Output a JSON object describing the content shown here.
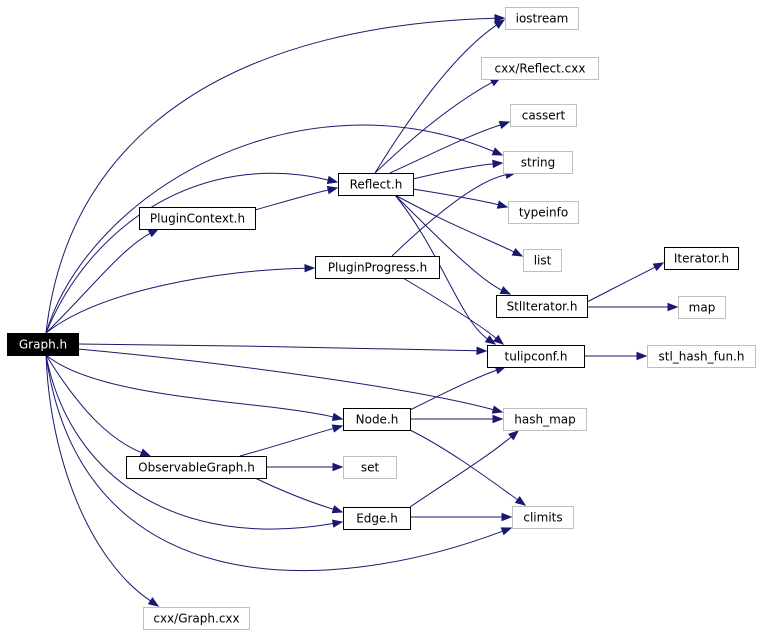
{
  "colors": {
    "edge": "#191970",
    "project_border": "#000000",
    "external_border": "#bfbfbf",
    "root_fill": "#000000",
    "root_text": "#ffffff"
  },
  "nodes": [
    {
      "id": "graph_h",
      "label": "Graph.h",
      "kind": "root"
    },
    {
      "id": "iostream",
      "label": "iostream",
      "kind": "external"
    },
    {
      "id": "cxx_reflect_cxx",
      "label": "cxx/Reflect.cxx",
      "kind": "external"
    },
    {
      "id": "cassert",
      "label": "cassert",
      "kind": "external"
    },
    {
      "id": "string",
      "label": "string",
      "kind": "external"
    },
    {
      "id": "reflect_h",
      "label": "Reflect.h",
      "kind": "project"
    },
    {
      "id": "typeinfo",
      "label": "typeinfo",
      "kind": "external"
    },
    {
      "id": "plugincontext_h",
      "label": "PluginContext.h",
      "kind": "project"
    },
    {
      "id": "list",
      "label": "list",
      "kind": "external"
    },
    {
      "id": "pluginprogress_h",
      "label": "PluginProgress.h",
      "kind": "project"
    },
    {
      "id": "iterator_h",
      "label": "Iterator.h",
      "kind": "project"
    },
    {
      "id": "stliterator_h",
      "label": "StlIterator.h",
      "kind": "project"
    },
    {
      "id": "map",
      "label": "map",
      "kind": "external"
    },
    {
      "id": "tulipconf_h",
      "label": "tulipconf.h",
      "kind": "project"
    },
    {
      "id": "stl_hash_fun_h",
      "label": "stl_hash_fun.h",
      "kind": "external"
    },
    {
      "id": "node_h",
      "label": "Node.h",
      "kind": "project"
    },
    {
      "id": "hash_map",
      "label": "hash_map",
      "kind": "external"
    },
    {
      "id": "observablegraph_h",
      "label": "ObservableGraph.h",
      "kind": "project"
    },
    {
      "id": "set",
      "label": "set",
      "kind": "external"
    },
    {
      "id": "edge_h",
      "label": "Edge.h",
      "kind": "project"
    },
    {
      "id": "climits",
      "label": "climits",
      "kind": "external"
    },
    {
      "id": "cxx_graph_cxx",
      "label": "cxx/Graph.cxx",
      "kind": "external"
    }
  ],
  "edges": [
    {
      "from": "graph_h",
      "to": "iostream"
    },
    {
      "from": "graph_h",
      "to": "string"
    },
    {
      "from": "graph_h",
      "to": "reflect_h"
    },
    {
      "from": "graph_h",
      "to": "plugincontext_h"
    },
    {
      "from": "graph_h",
      "to": "pluginprogress_h"
    },
    {
      "from": "graph_h",
      "to": "tulipconf_h"
    },
    {
      "from": "graph_h",
      "to": "hash_map"
    },
    {
      "from": "graph_h",
      "to": "node_h"
    },
    {
      "from": "graph_h",
      "to": "observablegraph_h"
    },
    {
      "from": "graph_h",
      "to": "edge_h"
    },
    {
      "from": "graph_h",
      "to": "climits"
    },
    {
      "from": "graph_h",
      "to": "cxx_graph_cxx"
    },
    {
      "from": "plugincontext_h",
      "to": "reflect_h"
    },
    {
      "from": "reflect_h",
      "to": "iostream"
    },
    {
      "from": "reflect_h",
      "to": "cxx_reflect_cxx"
    },
    {
      "from": "reflect_h",
      "to": "cassert"
    },
    {
      "from": "reflect_h",
      "to": "string"
    },
    {
      "from": "reflect_h",
      "to": "typeinfo"
    },
    {
      "from": "reflect_h",
      "to": "list"
    },
    {
      "from": "reflect_h",
      "to": "stliterator_h"
    },
    {
      "from": "reflect_h",
      "to": "tulipconf_h"
    },
    {
      "from": "pluginprogress_h",
      "to": "string"
    },
    {
      "from": "pluginprogress_h",
      "to": "tulipconf_h"
    },
    {
      "from": "stliterator_h",
      "to": "iterator_h"
    },
    {
      "from": "stliterator_h",
      "to": "map"
    },
    {
      "from": "tulipconf_h",
      "to": "stl_hash_fun_h"
    },
    {
      "from": "node_h",
      "to": "tulipconf_h"
    },
    {
      "from": "node_h",
      "to": "hash_map"
    },
    {
      "from": "node_h",
      "to": "climits"
    },
    {
      "from": "observablegraph_h",
      "to": "node_h"
    },
    {
      "from": "observablegraph_h",
      "to": "set"
    },
    {
      "from": "observablegraph_h",
      "to": "edge_h"
    },
    {
      "from": "edge_h",
      "to": "hash_map"
    },
    {
      "from": "edge_h",
      "to": "climits"
    }
  ]
}
